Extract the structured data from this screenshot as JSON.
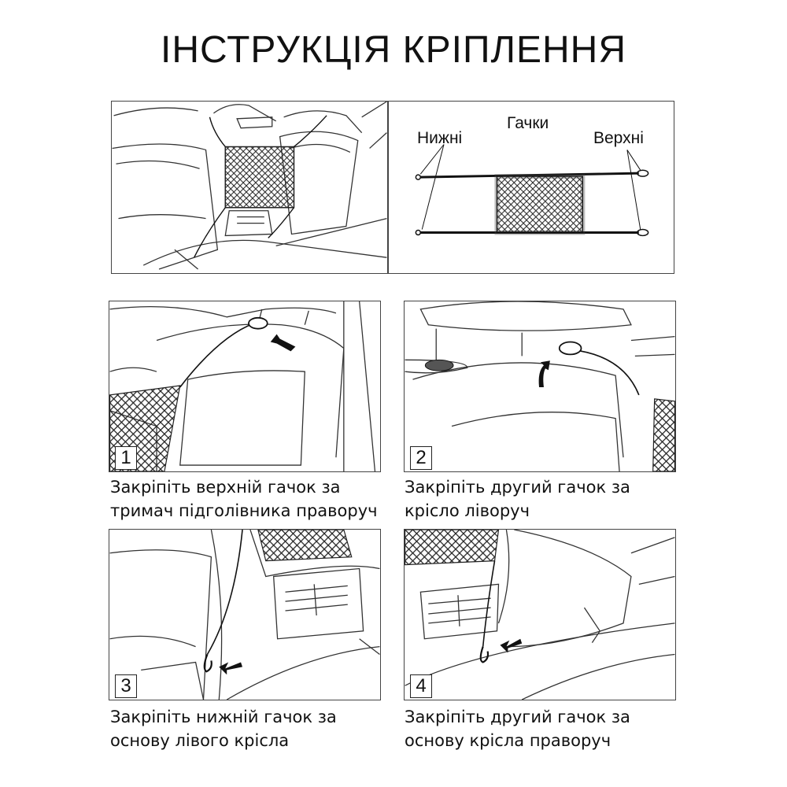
{
  "title": "ІНСТРУКЦІЯ КРІПЛЕННЯ",
  "legend": {
    "hooks": "Гачки",
    "lower": "Нижні",
    "upper": "Верхні"
  },
  "steps": [
    {
      "number": "1",
      "line1": "Закріпіть верхній гачок за",
      "line2": "тримач підголівника праворуч"
    },
    {
      "number": "2",
      "line1": "Закріпіть другий гачок за",
      "line2": "крісло ліворуч"
    },
    {
      "number": "3",
      "line1": "Закріпіть нижній гачок за",
      "line2": "основу лівого крісла"
    },
    {
      "number": "4",
      "line1": "Закріпіть другий гачок за",
      "line2": "основу крісла праворуч"
    }
  ]
}
